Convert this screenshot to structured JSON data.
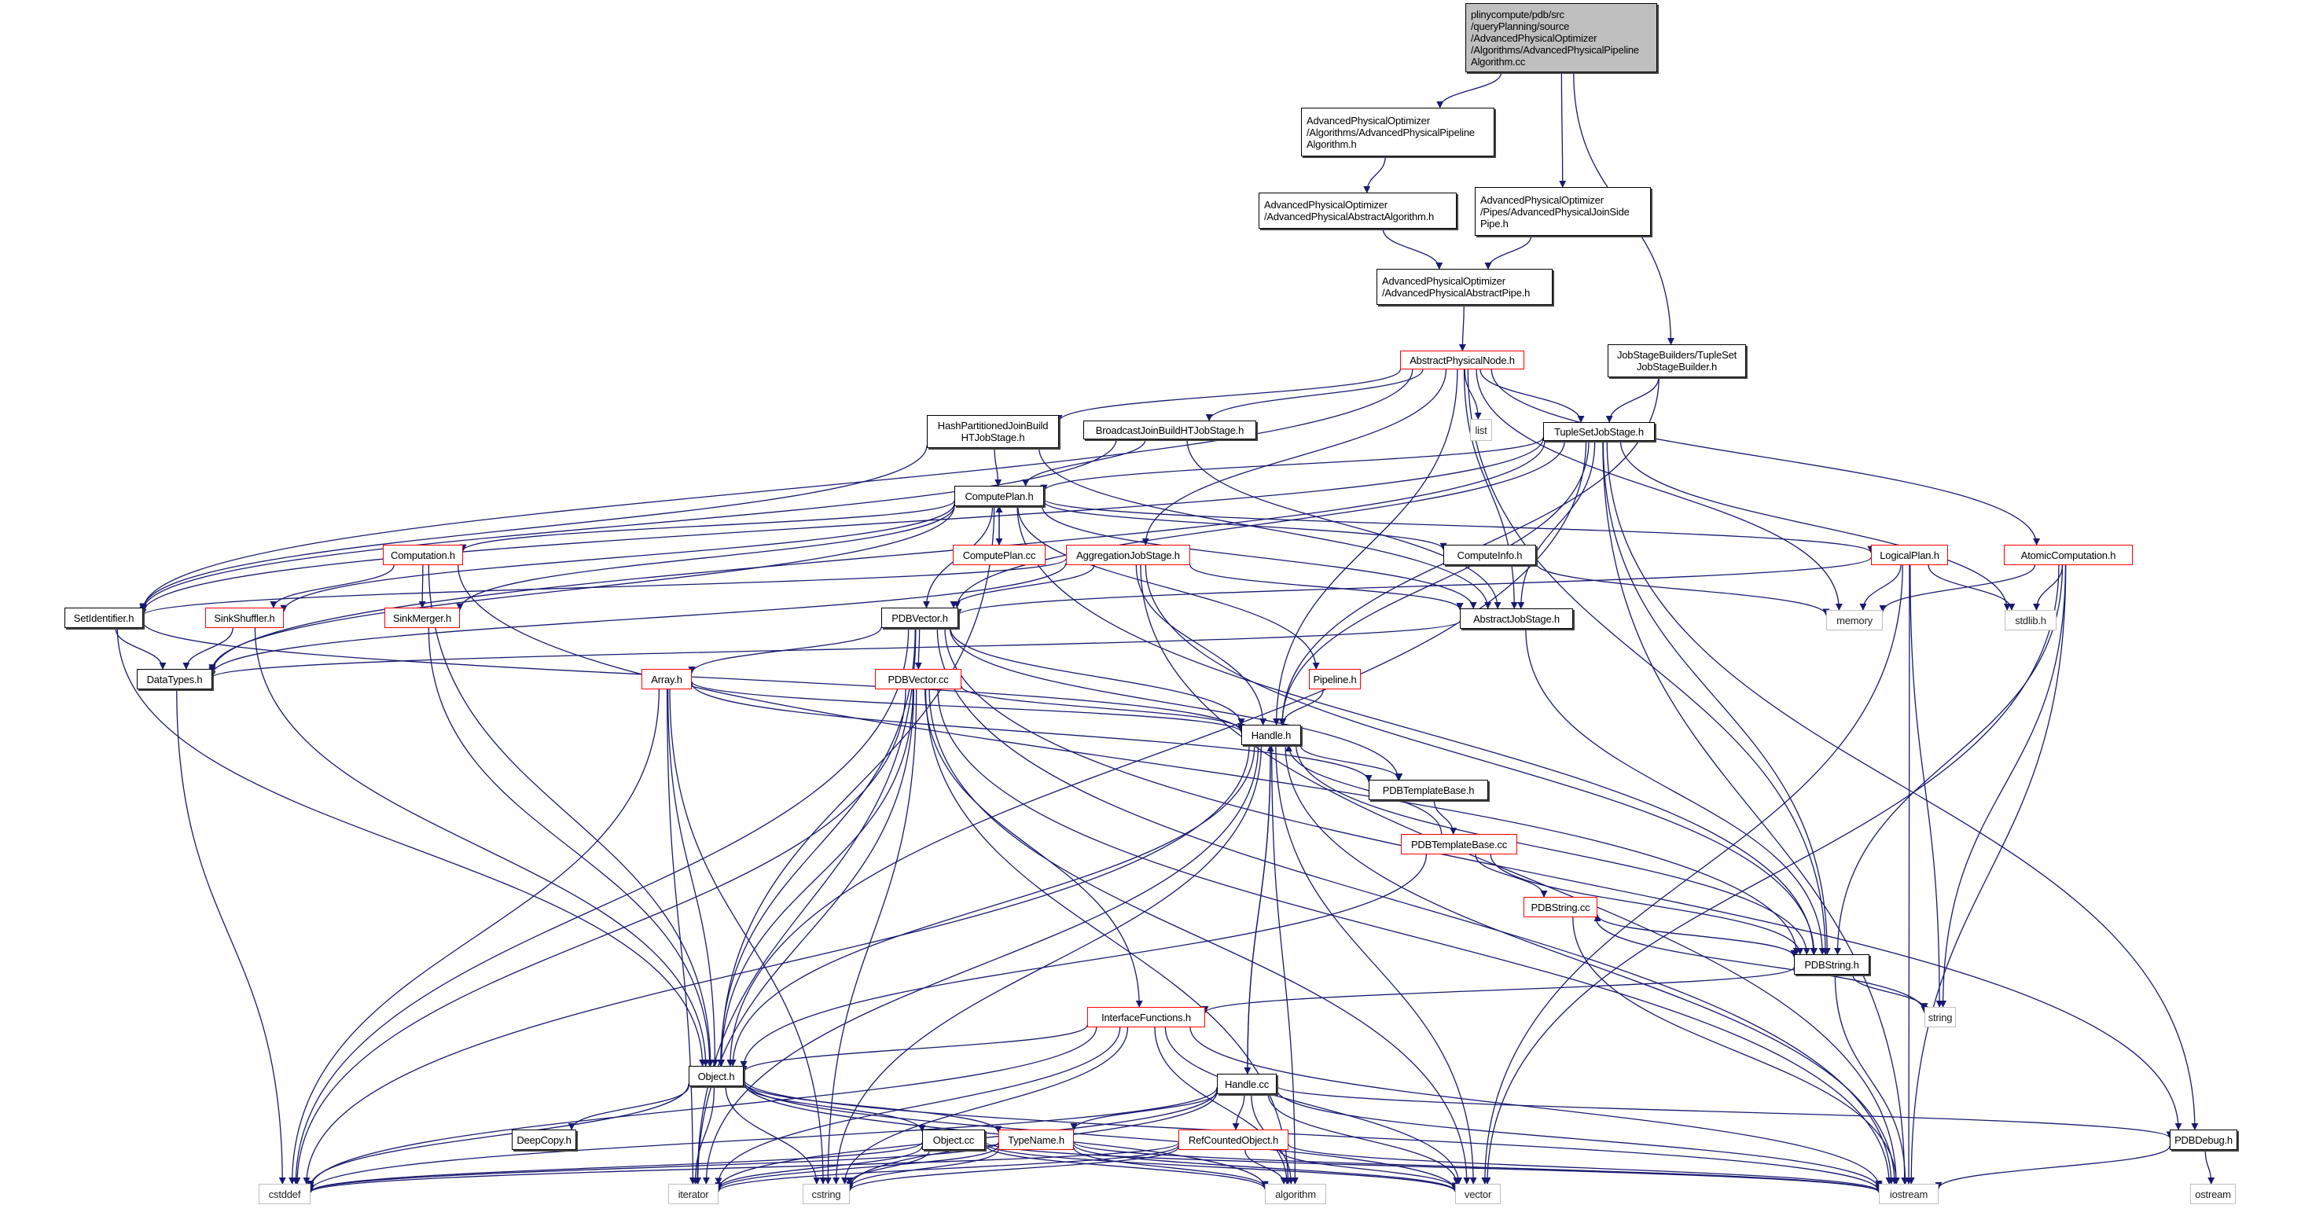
{
  "title": "Include dependency graph for AdvancedPhysicalPipelineAlgorithm.cc",
  "colors": {
    "edge": "#191970",
    "node_border": "#000000",
    "truncated_border": "#ff0000",
    "system_border": "#bfbfbf",
    "root_fill": "#bfbfbf"
  },
  "nodes": [
    {
      "id": "root",
      "label": "plinycompute/pdb/src\n/queryPlanning/source\n/AdvancedPhysicalOptimizer\n/Algorithms/AdvancedPhysicalPipeline\nAlgorithm.cc",
      "kind": "root"
    },
    {
      "id": "appah",
      "label": "AdvancedPhysicalOptimizer\n/Algorithms/AdvancedPhysicalPipeline\nAlgorithm.h",
      "kind": "normal"
    },
    {
      "id": "apaa",
      "label": "AdvancedPhysicalOptimizer\n/AdvancedPhysicalAbstractAlgorithm.h",
      "kind": "normal"
    },
    {
      "id": "apjsp",
      "label": "AdvancedPhysicalOptimizer\n/Pipes/AdvancedPhysicalJoinSide\nPipe.h",
      "kind": "normal"
    },
    {
      "id": "apap",
      "label": "AdvancedPhysicalOptimizer\n/AdvancedPhysicalAbstractPipe.h",
      "kind": "normal"
    },
    {
      "id": "apn",
      "label": "AbstractPhysicalNode.h",
      "kind": "red"
    },
    {
      "id": "tsjsb",
      "label": "JobStageBuilders/TupleSet\nJobStageBuilder.h",
      "kind": "normal"
    },
    {
      "id": "hpjb",
      "label": "HashPartitionedJoinBuild\nHTJobStage.h",
      "kind": "normal"
    },
    {
      "id": "bjb",
      "label": "BroadcastJoinBuildHTJobStage.h",
      "kind": "normal"
    },
    {
      "id": "list",
      "label": "list",
      "kind": "gray"
    },
    {
      "id": "tsjs",
      "label": "TupleSetJobStage.h",
      "kind": "normal"
    },
    {
      "id": "cp",
      "label": "ComputePlan.h",
      "kind": "normal"
    },
    {
      "id": "comp",
      "label": "Computation.h",
      "kind": "red"
    },
    {
      "id": "cpcc",
      "label": "ComputePlan.cc",
      "kind": "red"
    },
    {
      "id": "ajs",
      "label": "AggregationJobStage.h",
      "kind": "red"
    },
    {
      "id": "ci",
      "label": "ComputeInfo.h",
      "kind": "normal"
    },
    {
      "id": "lp",
      "label": "LogicalPlan.h",
      "kind": "red"
    },
    {
      "id": "ac",
      "label": "AtomicComputation.h",
      "kind": "red"
    },
    {
      "id": "sid",
      "label": "SetIdentifier.h",
      "kind": "normal"
    },
    {
      "id": "ss",
      "label": "SinkShuffler.h",
      "kind": "red"
    },
    {
      "id": "sm",
      "label": "SinkMerger.h",
      "kind": "red"
    },
    {
      "id": "pv",
      "label": "PDBVector.h",
      "kind": "normal"
    },
    {
      "id": "abjs",
      "label": "AbstractJobStage.h",
      "kind": "normal"
    },
    {
      "id": "memory",
      "label": "memory",
      "kind": "gray"
    },
    {
      "id": "stdlib",
      "label": "stdlib.h",
      "kind": "gray"
    },
    {
      "id": "dt",
      "label": "DataTypes.h",
      "kind": "normal"
    },
    {
      "id": "arr",
      "label": "Array.h",
      "kind": "red"
    },
    {
      "id": "pvcc",
      "label": "PDBVector.cc",
      "kind": "red"
    },
    {
      "id": "pipe",
      "label": "Pipeline.h",
      "kind": "red"
    },
    {
      "id": "handle",
      "label": "Handle.h",
      "kind": "normal"
    },
    {
      "id": "ptb",
      "label": "PDBTemplateBase.h",
      "kind": "normal"
    },
    {
      "id": "ptbcc",
      "label": "PDBTemplateBase.cc",
      "kind": "red"
    },
    {
      "id": "pscc",
      "label": "PDBString.cc",
      "kind": "red"
    },
    {
      "id": "ps",
      "label": "PDBString.h",
      "kind": "normal"
    },
    {
      "id": "string",
      "label": "string",
      "kind": "gray"
    },
    {
      "id": "if",
      "label": "InterfaceFunctions.h",
      "kind": "red"
    },
    {
      "id": "obj",
      "label": "Object.h",
      "kind": "normal"
    },
    {
      "id": "hcc",
      "label": "Handle.cc",
      "kind": "normal"
    },
    {
      "id": "dc",
      "label": "DeepCopy.h",
      "kind": "normal"
    },
    {
      "id": "objcc",
      "label": "Object.cc",
      "kind": "normal"
    },
    {
      "id": "tn",
      "label": "TypeName.h",
      "kind": "red"
    },
    {
      "id": "rco",
      "label": "RefCountedObject.h",
      "kind": "red"
    },
    {
      "id": "pdbg",
      "label": "PDBDebug.h",
      "kind": "normal"
    },
    {
      "id": "cstddef",
      "label": "cstddef",
      "kind": "gray"
    },
    {
      "id": "iterator",
      "label": "iterator",
      "kind": "gray"
    },
    {
      "id": "cstring",
      "label": "cstring",
      "kind": "gray"
    },
    {
      "id": "algorithm",
      "label": "algorithm",
      "kind": "gray"
    },
    {
      "id": "vector",
      "label": "vector",
      "kind": "gray"
    },
    {
      "id": "iostream",
      "label": "iostream",
      "kind": "gray"
    },
    {
      "id": "ostream",
      "label": "ostream",
      "kind": "gray"
    }
  ],
  "edges": [
    [
      "root",
      "appah"
    ],
    [
      "root",
      "apjsp"
    ],
    [
      "root",
      "tsjsb"
    ],
    [
      "appah",
      "apaa"
    ],
    [
      "apaa",
      "apap"
    ],
    [
      "apjsp",
      "apap"
    ],
    [
      "apap",
      "apn"
    ],
    [
      "apn",
      "sid"
    ],
    [
      "apn",
      "hpjb"
    ],
    [
      "apn",
      "bjb"
    ],
    [
      "apn",
      "ajs"
    ],
    [
      "apn",
      "abjs"
    ],
    [
      "apn",
      "list"
    ],
    [
      "apn",
      "tsjs"
    ],
    [
      "apn",
      "handle"
    ],
    [
      "apn",
      "memory"
    ],
    [
      "apn",
      "ac"
    ],
    [
      "apn",
      "ps"
    ],
    [
      "tsjsb",
      "tsjs"
    ],
    [
      "tsjsb",
      "handle"
    ],
    [
      "hpjb",
      "cp"
    ],
    [
      "hpjb",
      "sid"
    ],
    [
      "hpjb",
      "abjs"
    ],
    [
      "bjb",
      "cp"
    ],
    [
      "bjb",
      "sid"
    ],
    [
      "bjb",
      "abjs"
    ],
    [
      "tsjs",
      "cp"
    ],
    [
      "tsjs",
      "sid"
    ],
    [
      "tsjs",
      "dt"
    ],
    [
      "tsjs",
      "pv"
    ],
    [
      "tsjs",
      "abjs"
    ],
    [
      "tsjs",
      "handle"
    ],
    [
      "tsjs",
      "obj"
    ],
    [
      "tsjs",
      "ps"
    ],
    [
      "tsjs",
      "stdlib"
    ],
    [
      "tsjs",
      "pdbg"
    ],
    [
      "tsjs",
      "iostream"
    ],
    [
      "cp",
      "comp"
    ],
    [
      "cp",
      "cpcc"
    ],
    [
      "cp",
      "ci"
    ],
    [
      "cp",
      "lp"
    ],
    [
      "cp",
      "ss"
    ],
    [
      "cp",
      "sm"
    ],
    [
      "cp",
      "pv"
    ],
    [
      "cp",
      "pipe"
    ],
    [
      "cp",
      "obj"
    ],
    [
      "cp",
      "dt"
    ],
    [
      "cp",
      "ps"
    ],
    [
      "cp",
      "abjs"
    ],
    [
      "cpcc",
      "cp"
    ],
    [
      "comp",
      "ss"
    ],
    [
      "comp",
      "sm"
    ],
    [
      "comp",
      "obj"
    ],
    [
      "comp",
      "ps"
    ],
    [
      "ajs",
      "sid"
    ],
    [
      "ajs",
      "pv"
    ],
    [
      "ajs",
      "abjs"
    ],
    [
      "ajs",
      "handle"
    ],
    [
      "ajs",
      "dt"
    ],
    [
      "ajs",
      "ps"
    ],
    [
      "ajs",
      "iostream"
    ],
    [
      "ci",
      "memory"
    ],
    [
      "lp",
      "memory"
    ],
    [
      "lp",
      "stdlib"
    ],
    [
      "lp",
      "pv"
    ],
    [
      "lp",
      "string"
    ],
    [
      "lp",
      "iostream"
    ],
    [
      "lp",
      "vector"
    ],
    [
      "ac",
      "memory"
    ],
    [
      "ac",
      "stdlib"
    ],
    [
      "ac",
      "string"
    ],
    [
      "ac",
      "ps"
    ],
    [
      "ac",
      "iostream"
    ],
    [
      "ac",
      "vector"
    ],
    [
      "sid",
      "dt"
    ],
    [
      "sid",
      "obj"
    ],
    [
      "sid",
      "handle"
    ],
    [
      "ss",
      "dt"
    ],
    [
      "ss",
      "obj"
    ],
    [
      "sm",
      "obj"
    ],
    [
      "pv",
      "arr"
    ],
    [
      "pv",
      "pvcc"
    ],
    [
      "pv",
      "handle"
    ],
    [
      "pv",
      "obj"
    ],
    [
      "pv",
      "cstddef"
    ],
    [
      "pv",
      "iterator"
    ],
    [
      "pv",
      "ptb"
    ],
    [
      "pv",
      "iostream"
    ],
    [
      "pv",
      "pdbg"
    ],
    [
      "abjs",
      "dt"
    ],
    [
      "abjs",
      "ps"
    ],
    [
      "dt",
      "cstddef"
    ],
    [
      "arr",
      "handle"
    ],
    [
      "arr",
      "obj"
    ],
    [
      "arr",
      "cstddef"
    ],
    [
      "arr",
      "iterator"
    ],
    [
      "arr",
      "cstring"
    ],
    [
      "arr",
      "ptb"
    ],
    [
      "pvcc",
      "handle"
    ],
    [
      "pvcc",
      "obj"
    ],
    [
      "pvcc",
      "if"
    ],
    [
      "pvcc",
      "cstddef"
    ],
    [
      "pvcc",
      "iterator"
    ],
    [
      "pvcc",
      "cstring"
    ],
    [
      "pvcc",
      "algorithm"
    ],
    [
      "pvcc",
      "vector"
    ],
    [
      "pvcc",
      "iostream"
    ],
    [
      "pipe",
      "handle"
    ],
    [
      "handle",
      "ptb"
    ],
    [
      "handle",
      "hcc"
    ],
    [
      "handle",
      "obj"
    ],
    [
      "handle",
      "ps"
    ],
    [
      "handle",
      "cstddef"
    ],
    [
      "handle",
      "iterator"
    ],
    [
      "handle",
      "cstring"
    ],
    [
      "handle",
      "algorithm"
    ],
    [
      "handle",
      "vector"
    ],
    [
      "handle",
      "iostream"
    ],
    [
      "ptb",
      "ptbcc"
    ],
    [
      "ptbcc",
      "handle"
    ],
    [
      "ptbcc",
      "pscc"
    ],
    [
      "ptbcc",
      "ps"
    ],
    [
      "ptbcc",
      "obj"
    ],
    [
      "pscc",
      "ps"
    ],
    [
      "pscc",
      "string"
    ],
    [
      "pscc",
      "iostream"
    ],
    [
      "ps",
      "pscc"
    ],
    [
      "ps",
      "if"
    ],
    [
      "ps",
      "string"
    ],
    [
      "ps",
      "iostream"
    ],
    [
      "if",
      "obj"
    ],
    [
      "if",
      "cstddef"
    ],
    [
      "if",
      "iterator"
    ],
    [
      "if",
      "cstring"
    ],
    [
      "if",
      "algorithm"
    ],
    [
      "if",
      "vector"
    ],
    [
      "if",
      "iostream"
    ],
    [
      "obj",
      "dc"
    ],
    [
      "obj",
      "objcc"
    ],
    [
      "obj",
      "tn"
    ],
    [
      "obj",
      "cstddef"
    ],
    [
      "obj",
      "iterator"
    ],
    [
      "obj",
      "cstring"
    ],
    [
      "obj",
      "algorithm"
    ],
    [
      "obj",
      "vector"
    ],
    [
      "obj",
      "iostream"
    ],
    [
      "hcc",
      "handle"
    ],
    [
      "hcc",
      "tn"
    ],
    [
      "hcc",
      "rco"
    ],
    [
      "hcc",
      "pdbg"
    ],
    [
      "hcc",
      "cstddef"
    ],
    [
      "hcc",
      "iterator"
    ],
    [
      "hcc",
      "cstring"
    ],
    [
      "hcc",
      "algorithm"
    ],
    [
      "hcc",
      "vector"
    ],
    [
      "hcc",
      "iostream"
    ],
    [
      "objcc",
      "cstddef"
    ],
    [
      "objcc",
      "iterator"
    ],
    [
      "objcc",
      "cstring"
    ],
    [
      "objcc",
      "algorithm"
    ],
    [
      "objcc",
      "vector"
    ],
    [
      "objcc",
      "iostream"
    ],
    [
      "tn",
      "cstddef"
    ],
    [
      "tn",
      "iterator"
    ],
    [
      "tn",
      "cstring"
    ],
    [
      "tn",
      "algorithm"
    ],
    [
      "tn",
      "vector"
    ],
    [
      "tn",
      "iostream"
    ],
    [
      "rco",
      "cstddef"
    ],
    [
      "rco",
      "iterator"
    ],
    [
      "rco",
      "cstring"
    ],
    [
      "rco",
      "algorithm"
    ],
    [
      "rco",
      "vector"
    ],
    [
      "rco",
      "iostream"
    ],
    [
      "pdbg",
      "iostream"
    ],
    [
      "pdbg",
      "ostream"
    ]
  ]
}
